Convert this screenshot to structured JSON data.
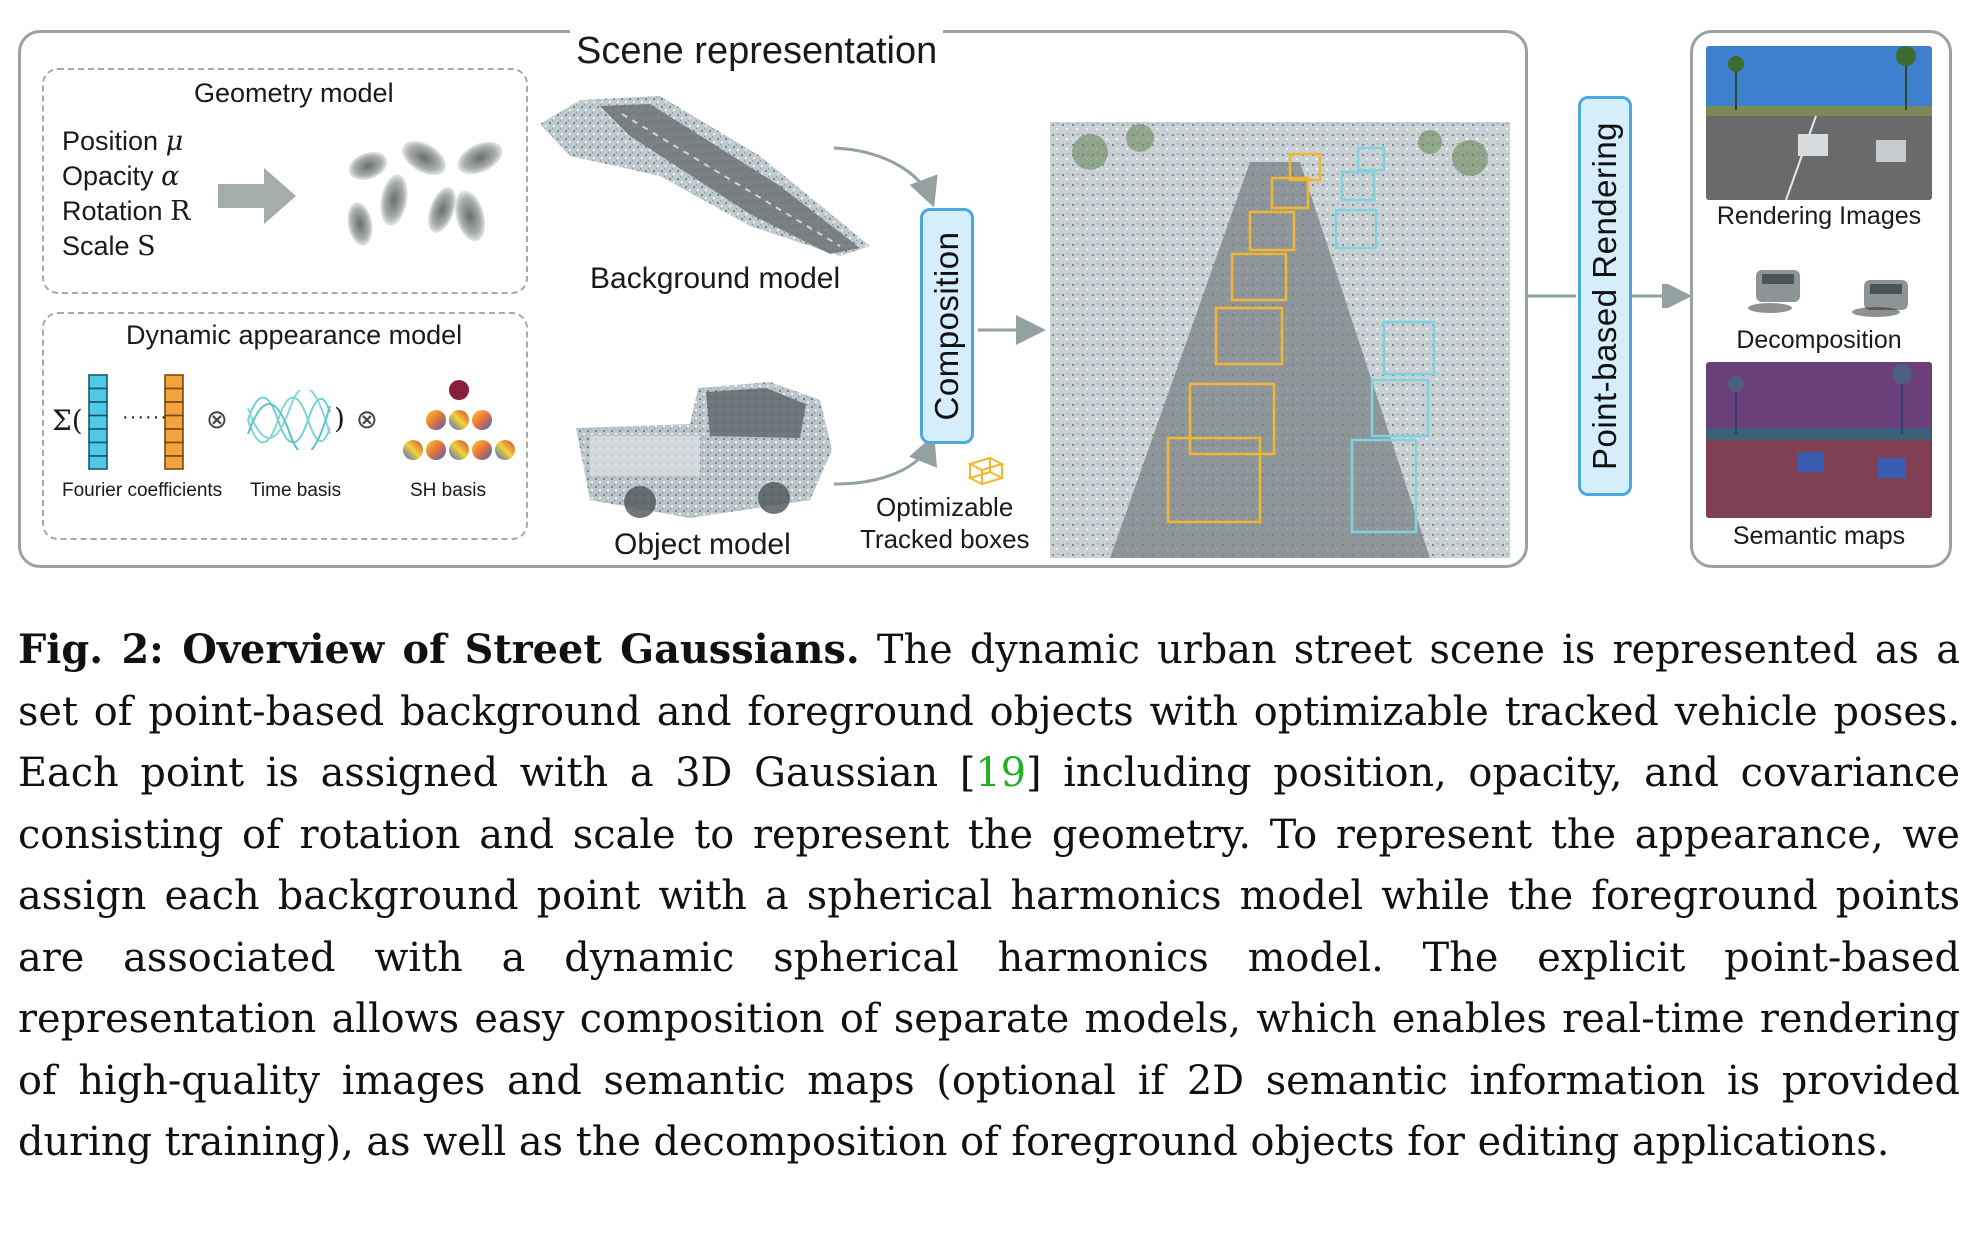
{
  "figure": {
    "scene_title": "Scene representation",
    "geometry": {
      "title": "Geometry model",
      "attributes": [
        {
          "name": "Position",
          "symbol": "μ"
        },
        {
          "name": "Opacity",
          "symbol": "α"
        },
        {
          "name": "Rotation",
          "symbol": "R"
        },
        {
          "name": "Scale",
          "symbol": "S"
        }
      ]
    },
    "appearance": {
      "title": "Dynamic appearance model",
      "sigma_open": "Σ(",
      "dots": "······",
      "close_paren": ")",
      "otimes": "⊗",
      "labels": [
        "Fourier coefficients",
        "Time basis",
        "SH basis"
      ]
    },
    "background_label": "Background model",
    "object_label": "Object model",
    "composition_label": "Composition",
    "boxes_label_1": "Optimizable",
    "boxes_label_2": "Tracked boxes",
    "rendering_label": "Point-based Rendering",
    "outputs": [
      "Rendering Images",
      "Decomposition",
      "Semantic maps"
    ],
    "colors": {
      "panel_border": "#9aa3a3",
      "composition_fill": "#d6eefb",
      "composition_border": "#4aa9dc",
      "tracked_box_yellow": "#f2b630",
      "tracked_box_cyan": "#7fd3e0",
      "citation_green": "#22b022"
    }
  },
  "caption": {
    "label": "Fig. 2: Overview of Street Gaussians.",
    "text_before_cite": " The dynamic urban street scene is represented as a set of point-based background and foreground objects with optimizable tracked vehicle poses. Each point is assigned with a 3D Gaussian [",
    "citation": "19",
    "text_after_cite": "] including position, opacity, and covariance consisting of rotation and scale to represent the geometry. To represent the appearance, we assign each background point with a spherical harmonics model while the foreground points are associated with a dynamic spherical harmonics model. The explicit point-based representation allows easy composition of separate models, which enables real-time rendering of high-quality images and semantic maps (optional if 2D semantic information is provided during training), as well as the decomposition of foreground objects for editing applications."
  }
}
